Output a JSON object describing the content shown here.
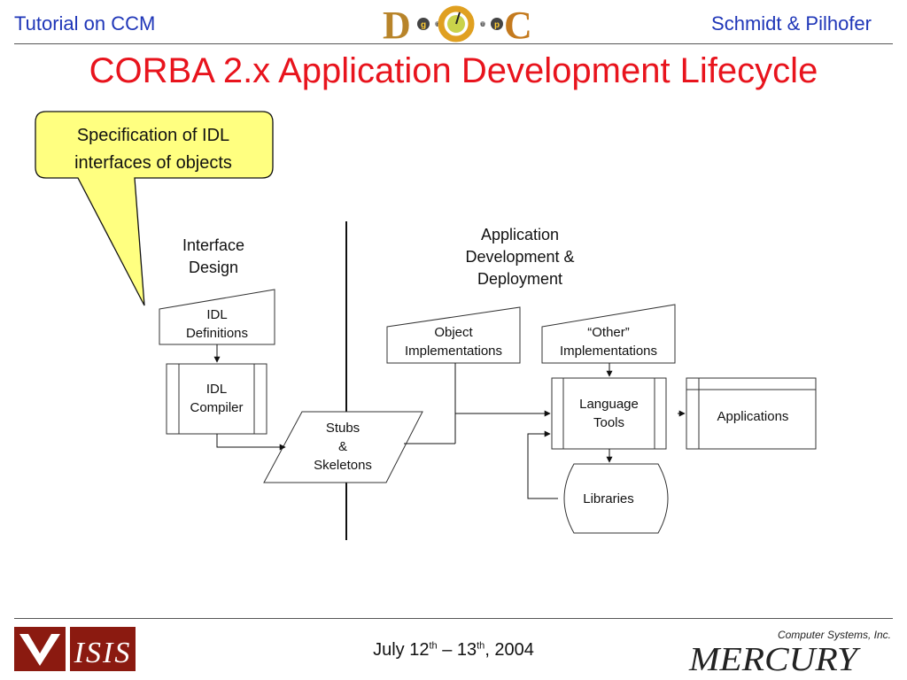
{
  "header": {
    "left": "Tutorial on CCM",
    "right": "Schmidt & Pilhofer",
    "logo_letters": [
      "D",
      "g",
      "r",
      "O",
      "u",
      "p",
      "C"
    ]
  },
  "title": "CORBA 2.x Application Development Lifecycle",
  "callout": {
    "line1": "Specification of IDL",
    "line2": "interfaces of objects"
  },
  "diagram": {
    "phase_left": {
      "line1": "Interface",
      "line2": "Design"
    },
    "phase_right": {
      "line1": "Application",
      "line2": "Development &",
      "line3": "Deployment"
    },
    "idl_definitions": {
      "line1": "IDL",
      "line2": "Definitions"
    },
    "idl_compiler": {
      "line1": "IDL",
      "line2": "Compiler"
    },
    "stubs": {
      "line1": "Stubs",
      "line2": "&",
      "line3": "Skeletons"
    },
    "object_impl": {
      "line1": "Object",
      "line2": "Implementations"
    },
    "other_impl": {
      "line1": "“Other”",
      "line2": "Implementations"
    },
    "language_tools": {
      "line1": "Language",
      "line2": "Tools"
    },
    "applications": "Applications",
    "libraries": "Libraries"
  },
  "footer": {
    "date_part1": "July 12",
    "date_sup1": "th",
    "date_part2": " – 13",
    "date_sup2": "th",
    "date_part3": ", 2004",
    "left_logo": "ISIS",
    "right_logo_top": "Computer Systems, Inc.",
    "right_logo_main": "MERCURY"
  },
  "colors": {
    "title": "#e8141d",
    "header_text": "#1f36b8",
    "callout_fill": "#ffff80"
  }
}
